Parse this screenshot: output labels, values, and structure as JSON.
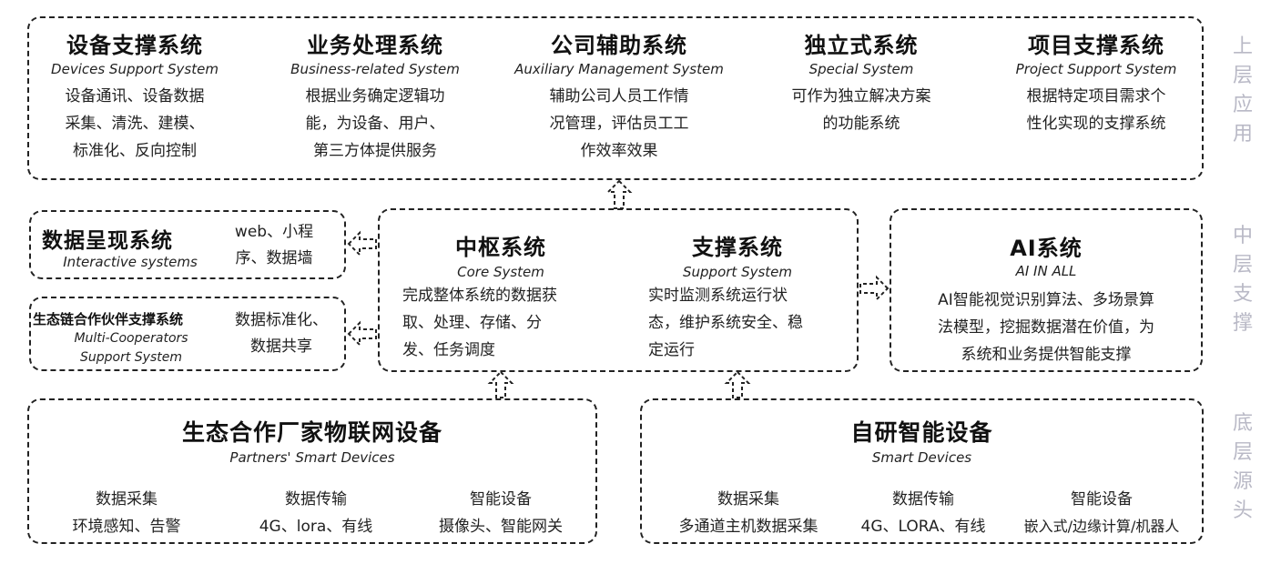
{
  "top_layer": {
    "systems": [
      {
        "title": "设备支撑系统",
        "en": "Devices Support System",
        "desc_lines": [
          "设备通讯、设备数据",
          "采集、清洗、建模、",
          "标准化、反向控制"
        ]
      },
      {
        "title": "业务处理系统",
        "en": "Business-related  System",
        "desc_lines": [
          "根据业务确定逻辑功",
          "能，为设备、用户、",
          "第三方体提供服务"
        ]
      },
      {
        "title": "公司辅助系统",
        "en": "Auxiliary Management System",
        "desc_lines": [
          "辅助公司人员工作情",
          "况管理，评估员工工",
          "作效率效果"
        ]
      },
      {
        "title": "独立式系统",
        "en": "Special System",
        "desc_lines": [
          "可作为独立解决方案",
          "的功能系统"
        ]
      },
      {
        "title": "项目支撑系统",
        "en": "Project Support System",
        "desc_lines": [
          "根据特定项目需求个",
          "性化实现的支撑系统"
        ]
      }
    ]
  },
  "middle_layer": {
    "data_present": {
      "title": "数据呈现系统",
      "en": "Interactive systems",
      "desc_lines": [
        "web、小程",
        "序、数据墙"
      ]
    },
    "eco_support": {
      "title": "生态链合作伙伴支撑系统",
      "en_lines": [
        "Multi-Cooperators",
        "Support System"
      ],
      "desc_lines": [
        "数据标准化、",
        "数据共享"
      ]
    },
    "core": {
      "title": "中枢系统",
      "en": "Core System",
      "desc_lines": [
        "完成整体系统的数据获",
        "取、处理、存储、分",
        "发、任务调度"
      ]
    },
    "support": {
      "title": "支撑系统",
      "en": "Support System",
      "desc_lines": [
        "实时监测系统运行状",
        "态，维护系统安全、稳",
        "定运行"
      ]
    },
    "ai": {
      "title": "AI系统",
      "en": "AI IN ALL",
      "desc_lines": [
        "AI智能视觉识别算法、多场景算",
        "法模型，挖掘数据潜在价值，为",
        "系统和业务提供智能支撑"
      ]
    }
  },
  "bottom_layer": {
    "partners": {
      "title": "生态合作厂家物联网设备",
      "en": "Partners' Smart Devices",
      "items": [
        {
          "head": "数据采集",
          "sub": "环境感知、告警"
        },
        {
          "head": "数据传输",
          "sub": "4G、lora、有线"
        },
        {
          "head": "智能设备",
          "sub": "摄像头、智能网关"
        }
      ]
    },
    "own": {
      "title": "自研智能设备",
      "en": "Smart Devices",
      "items": [
        {
          "head": "数据采集",
          "sub": "多通道主机数据采集"
        },
        {
          "head": "数据传输",
          "sub": "4G、LORA、有线"
        },
        {
          "head": "智能设备",
          "sub": "嵌入式/边缘计算/机器人"
        }
      ]
    }
  },
  "side_labels": {
    "upper": [
      "上",
      "层",
      "应",
      "用"
    ],
    "middle": [
      "中",
      "层",
      "支",
      "撑"
    ],
    "lower": [
      "底",
      "层",
      "源",
      "头"
    ]
  }
}
